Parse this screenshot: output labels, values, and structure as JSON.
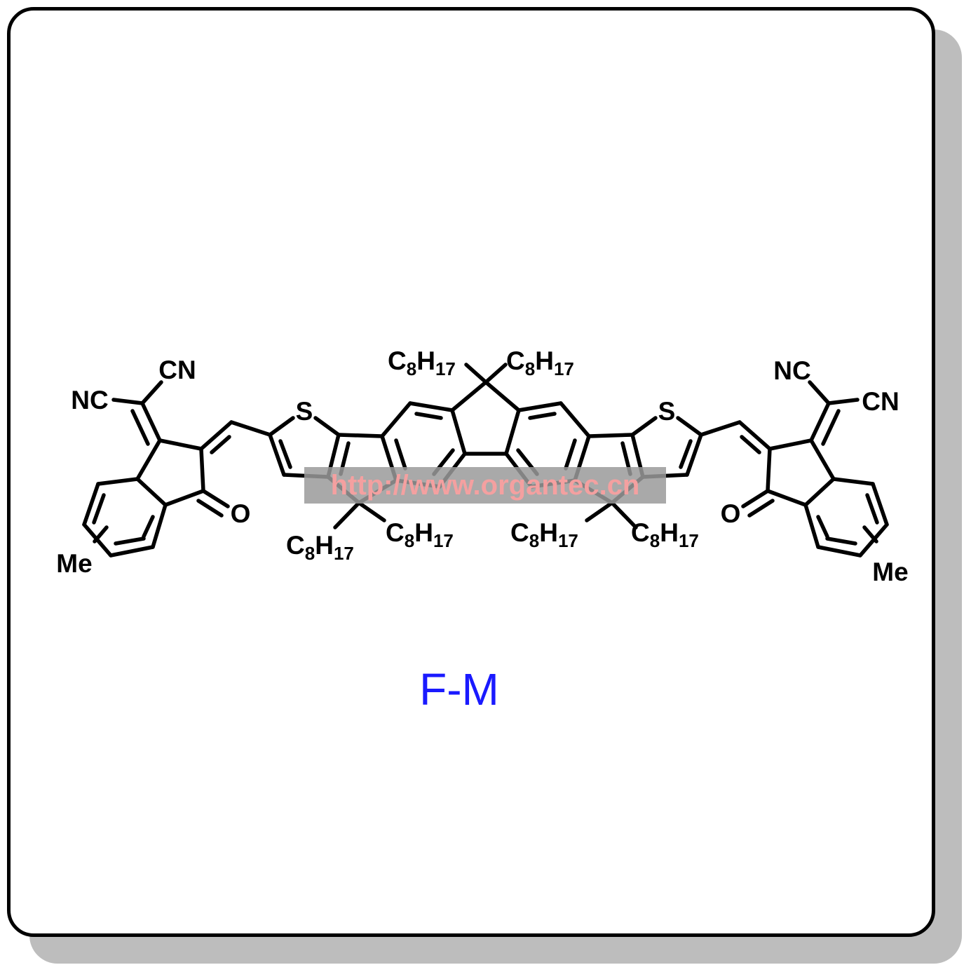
{
  "compound": {
    "name": "F-M",
    "name_color": "#1a1aff"
  },
  "watermark": "http://www.organtec.cn",
  "labels": {
    "nc": "NC",
    "cn": "CN",
    "oxygen": "O",
    "sulfur": "S",
    "methyl": "Me",
    "alkyl_c": "C",
    "alkyl_c_sub": "8",
    "alkyl_h": "H",
    "alkyl_h_sub": "17"
  },
  "colors": {
    "bond": "#000000",
    "border": "#000000",
    "shadow": "#bdbdbd",
    "watermark_text": "#f4a0a0",
    "watermark_box": "#9a9a9a"
  }
}
